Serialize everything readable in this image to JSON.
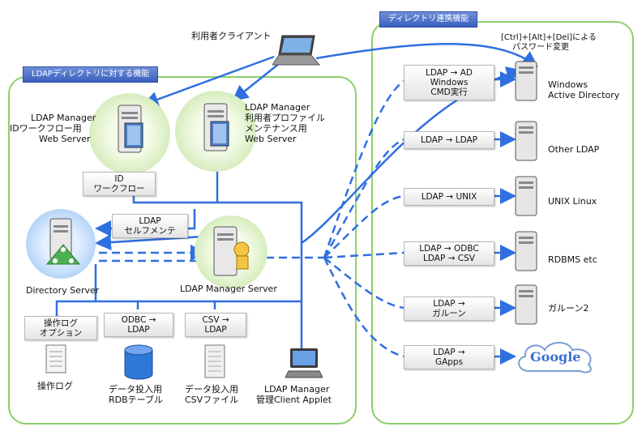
{
  "left_panel": {
    "title": "LDAPディレクトリに対する機能"
  },
  "right_panel": {
    "title": "ディレクトリ連携機能"
  },
  "client": {
    "label": "利用者クライアント"
  },
  "ctrl_alt_del": {
    "line1": "[Ctrl]+[Alt]+[Del]による",
    "line2": "パスワード変更"
  },
  "idwf_server": {
    "line1": "LDAP Manager",
    "line2": "IDワークフロー用",
    "line3": "Web Server"
  },
  "profile_server": {
    "line1": "LDAP Manager",
    "line2": "利用者プロファイル",
    "line3": "メンテナンス用",
    "line4": "Web Server"
  },
  "tags": {
    "id_workflow": [
      "ID",
      "ワークフロー"
    ],
    "self_maint": [
      "LDAP",
      "セルフメンテ"
    ],
    "op_log_option": [
      "操作ログ",
      "オプション"
    ],
    "odbc_ldap": [
      "ODBC →",
      "LDAP"
    ],
    "csv_ldap": [
      "CSV →",
      "LDAP"
    ],
    "to_ad": [
      "LDAP → AD",
      "Windows",
      "CMD実行"
    ],
    "to_ldap": [
      "LDAP → LDAP"
    ],
    "to_unix": [
      "LDAP → UNIX"
    ],
    "to_odbc": [
      "LDAP → ODBC",
      "LDAP → CSV"
    ],
    "to_garoon": [
      "LDAP →",
      "ガルーン"
    ],
    "to_gapps": [
      "LDAP →",
      "GApps"
    ]
  },
  "directory_server": {
    "label": "Directory Server"
  },
  "manager_server": {
    "label": "LDAP Manager Server"
  },
  "bottom": {
    "op_log": "操作ログ",
    "rdb": [
      "データ投入用",
      "RDBテーブル"
    ],
    "csv": [
      "データ投入用",
      "CSVファイル"
    ],
    "applet": [
      "LDAP Manager",
      "管理Client Applet"
    ]
  },
  "targets": {
    "ad": [
      "Windows",
      "Active Directory"
    ],
    "other_ldap": "Other LDAP",
    "unix": "UNIX Linux",
    "rdbms": "RDBMS etc",
    "garoon": "ガルーン2",
    "google": "Google"
  },
  "colors": {
    "line": "#2f6fe0",
    "panel_border": "#8ccf6a",
    "title_bar": "#3a5fbf",
    "directory_halo": "#a9cdf5",
    "server_halo": "#cfe9b3"
  }
}
